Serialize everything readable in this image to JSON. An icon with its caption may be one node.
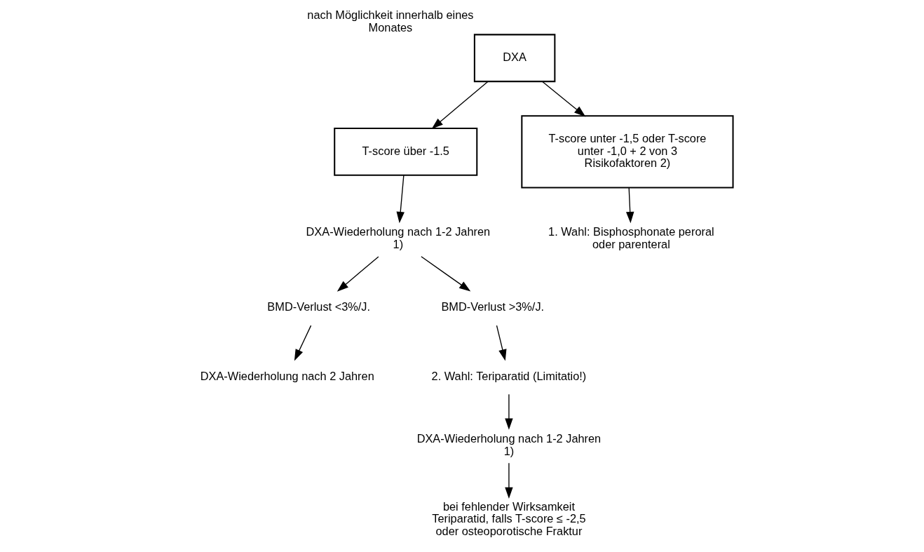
{
  "diagram": {
    "nodes": [
      {
        "text": [
          "DXA"
        ],
        "beside": [
          "nach Möglichkeit innerhalb eines Monates"
        ]
      },
      {
        "text": [
          "T-score über -1.5"
        ]
      },
      {
        "text": [
          "T-score unter -1,5 oder T-score unter -1,0 + 2 von 3 Risikofaktoren 2)"
        ]
      },
      {
        "text": [
          "DXA-Wiederholung nach 1-2 Jahren 1)"
        ]
      },
      {
        "text": [
          "BMD-Verlust <3%/J."
        ]
      },
      {
        "text": [
          "BMD-Verlust >3%/J."
        ]
      },
      {
        "text": [
          "DXA-Wiederholung nach 2 Jahren"
        ]
      },
      {
        "text": [
          "1. Wahl: Bisphosphonate peroral oder parenteral"
        ]
      },
      {
        "text": [
          "2. Wahl: Teriparatid (Limitatio!)"
        ]
      },
      {
        "text": [
          "DXA-Wiederholung nach 1-2 Jahren 1)"
        ]
      },
      {
        "text": [
          "bei fehlender Wirksamkeit Teriparatid, falls T-score ≤ -2,5 oder osteoporotische Fraktur"
        ]
      }
    ],
    "edges": [
      {
        "from": 0,
        "to": 1,
        "arrow": "to"
      },
      {
        "from": 0,
        "to": 2,
        "arrow": "to"
      },
      {
        "from": 1,
        "to": 3,
        "arrow": "to"
      },
      {
        "from": 3,
        "to": 4,
        "arrow": "to"
      },
      {
        "from": 3,
        "to": 5,
        "arrow": "to"
      },
      {
        "from": 4,
        "to": 6,
        "arrow": "to"
      },
      {
        "from": 2,
        "to": 7,
        "arrow": "to"
      },
      {
        "from": 5,
        "to": 8,
        "arrow": "to"
      },
      {
        "from": 8,
        "to": 9,
        "arrow": "to"
      },
      {
        "from": 9,
        "to": 10,
        "arrow": "to"
      }
    ]
  }
}
